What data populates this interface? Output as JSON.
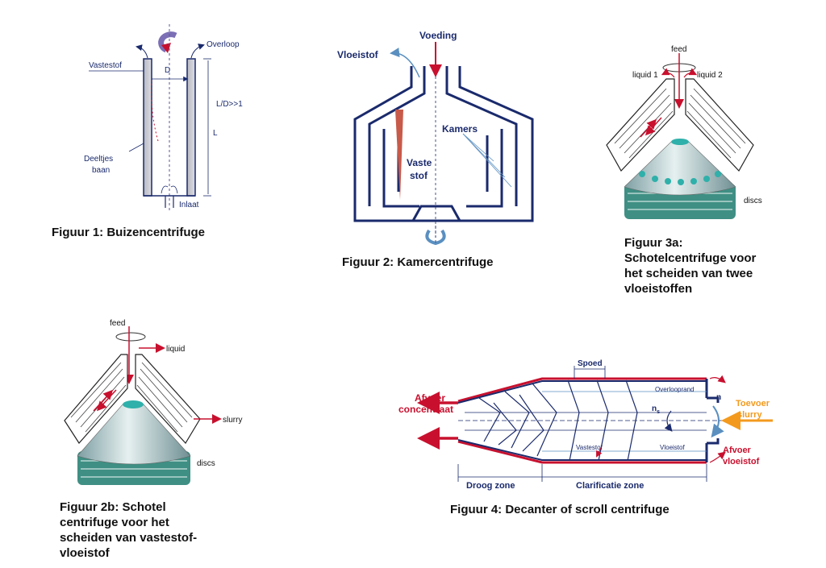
{
  "fig1": {
    "caption": "Figuur 1: Buizencentrifuge",
    "overloop": "Overloop",
    "vastestof": "Vastestof",
    "d": "D",
    "ld": "L/D>>1",
    "l": "L",
    "deeltjes": "Deeltjes",
    "baan": "baan",
    "inlaat": "Inlaat"
  },
  "fig2": {
    "caption": "Figuur 2: Kamercentrifuge",
    "voeding": "Voeding",
    "vloeistof": "Vloeistof",
    "kamers": "Kamers",
    "vaste": "Vaste",
    "stof": "stof"
  },
  "fig3a": {
    "caption_lines": [
      "Figuur 3a:",
      "Schotelcentrifuge voor",
      "het scheiden van twee",
      "vloeistoffen"
    ],
    "feed": "feed",
    "liquid1": "liquid 1",
    "liquid2": "liquid 2",
    "discs": "discs"
  },
  "fig2b": {
    "caption_lines": [
      "Figuur 2b: Schotel",
      "centrifuge voor het",
      "scheiden van vastestof-",
      "vloeistof"
    ],
    "feed": "feed",
    "liquid": "liquid",
    "slurry": "slurry",
    "discs": "discs"
  },
  "fig4": {
    "caption": "Figuur 4: Decanter of scroll centrifuge",
    "spoed": "Spoed",
    "overlooprand": "Overlooprand",
    "afvoer_conc1": "Afvoer",
    "afvoer_conc2": "concentraat",
    "ns": "n",
    "ns_sub": "s",
    "n": "n",
    "toevoer1": "Toevoer",
    "toevoer2": "slurry",
    "vastestof": "Vastestof",
    "vloeistof": "Vloeistof",
    "afvoer_vl1": "Afvoer",
    "afvoer_vl2": "vloeistof",
    "droog": "Droog zone",
    "clarificatie": "Clarificatie zone"
  },
  "colors": {
    "navy": "#1a2a6c",
    "red": "#c8102e",
    "orange": "#f39a1e",
    "teal": "#2fb0aa",
    "disc": "#3f8f84"
  }
}
